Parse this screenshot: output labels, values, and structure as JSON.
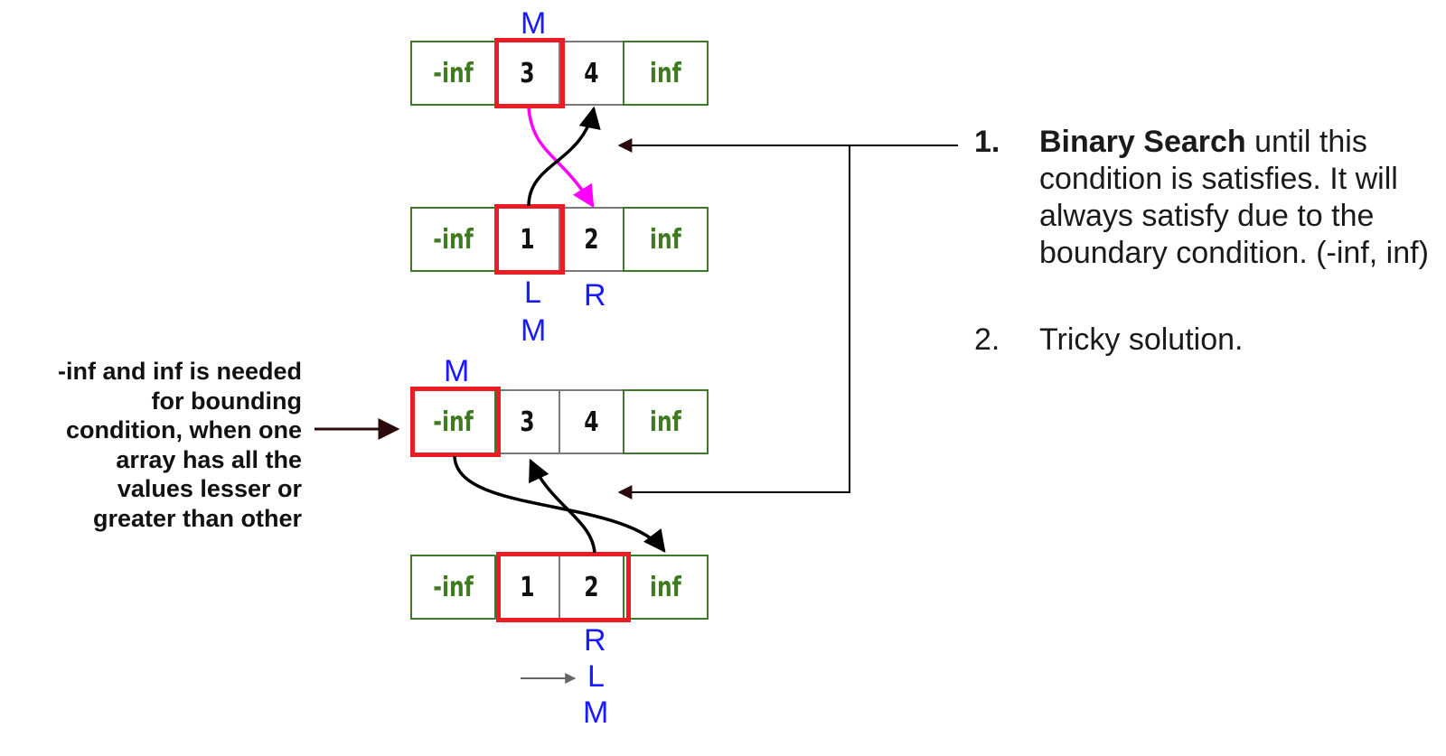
{
  "colors": {
    "boundary_text": "#3e7b1f",
    "cell_border": "#3c7a2a",
    "highlight": "#ec1c24",
    "pointer_label": "#1a1aff",
    "swap_arrow": "#ff00ff",
    "arrow": "#000000"
  },
  "rows": [
    {
      "cells": [
        "-inf",
        "3",
        "4",
        "inf"
      ],
      "pointers_above": "M",
      "pointers_below": []
    },
    {
      "cells": [
        "-inf",
        "1",
        "2",
        "inf"
      ],
      "pointers_above": "",
      "pointers_below": [
        "L",
        "R",
        "M"
      ]
    },
    {
      "cells": [
        "-inf",
        "3",
        "4",
        "inf"
      ],
      "pointers_above": "M",
      "pointers_below": []
    },
    {
      "cells": [
        "-inf",
        "1",
        "2",
        "inf"
      ],
      "pointers_above": "",
      "pointers_below": [
        "R",
        "L",
        "M"
      ]
    }
  ],
  "left_note": [
    "-inf and inf is needed",
    "for bounding",
    "condition, when one",
    "array has all the",
    "values lesser or",
    "greater than other"
  ],
  "steps": [
    {
      "number": "1.",
      "bold": "Binary Search",
      "text": " until this condition is satisfies. It will always satisfy due to the boundary condition. (-inf, inf)"
    },
    {
      "number": "2.",
      "bold": "",
      "text": "Tricky solution."
    }
  ]
}
